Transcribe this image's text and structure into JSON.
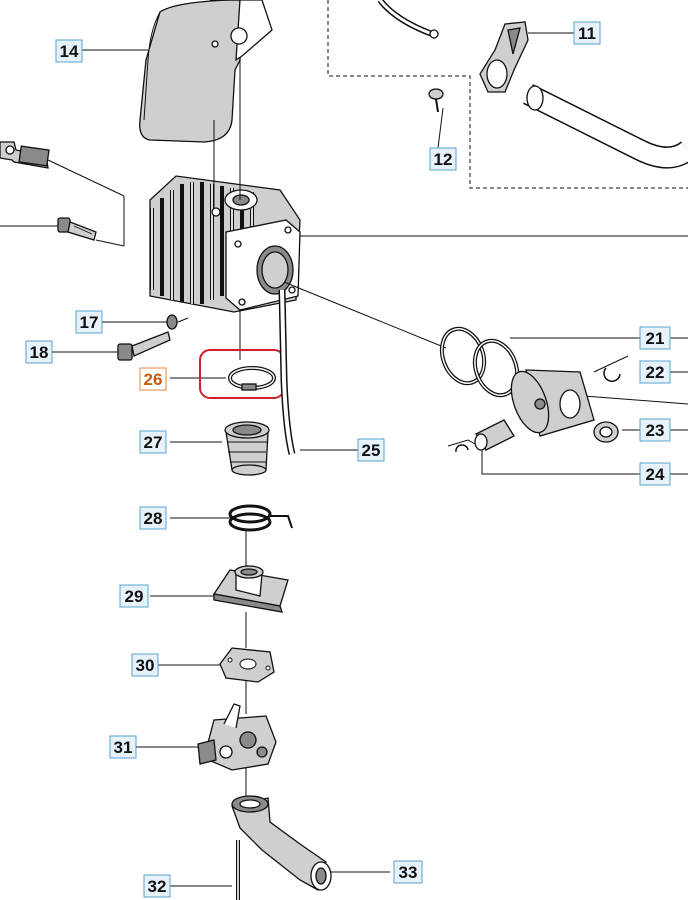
{
  "diagram": {
    "callouts": [
      {
        "id": "c14",
        "label": "14",
        "selected": false
      },
      {
        "id": "c11",
        "label": "11",
        "selected": false
      },
      {
        "id": "c12",
        "label": "12",
        "selected": false
      },
      {
        "id": "c17",
        "label": "17",
        "selected": false
      },
      {
        "id": "c18",
        "label": "18",
        "selected": false
      },
      {
        "id": "c26",
        "label": "26",
        "selected": true
      },
      {
        "id": "c27",
        "label": "27",
        "selected": false
      },
      {
        "id": "c25",
        "label": "25",
        "selected": false
      },
      {
        "id": "c21",
        "label": "21",
        "selected": false
      },
      {
        "id": "c22",
        "label": "22",
        "selected": false
      },
      {
        "id": "c23",
        "label": "23",
        "selected": false
      },
      {
        "id": "c24",
        "label": "24",
        "selected": false
      },
      {
        "id": "c28",
        "label": "28",
        "selected": false
      },
      {
        "id": "c29",
        "label": "29",
        "selected": false
      },
      {
        "id": "c30",
        "label": "30",
        "selected": false
      },
      {
        "id": "c31",
        "label": "31",
        "selected": false
      },
      {
        "id": "c32",
        "label": "32",
        "selected": false
      },
      {
        "id": "c33",
        "label": "33",
        "selected": false
      }
    ],
    "highlight_color": "#d0202a",
    "selected_text_color": "#c65a12",
    "callout_fill": "#e6f3fb",
    "callout_border": "#5aa0cc"
  }
}
